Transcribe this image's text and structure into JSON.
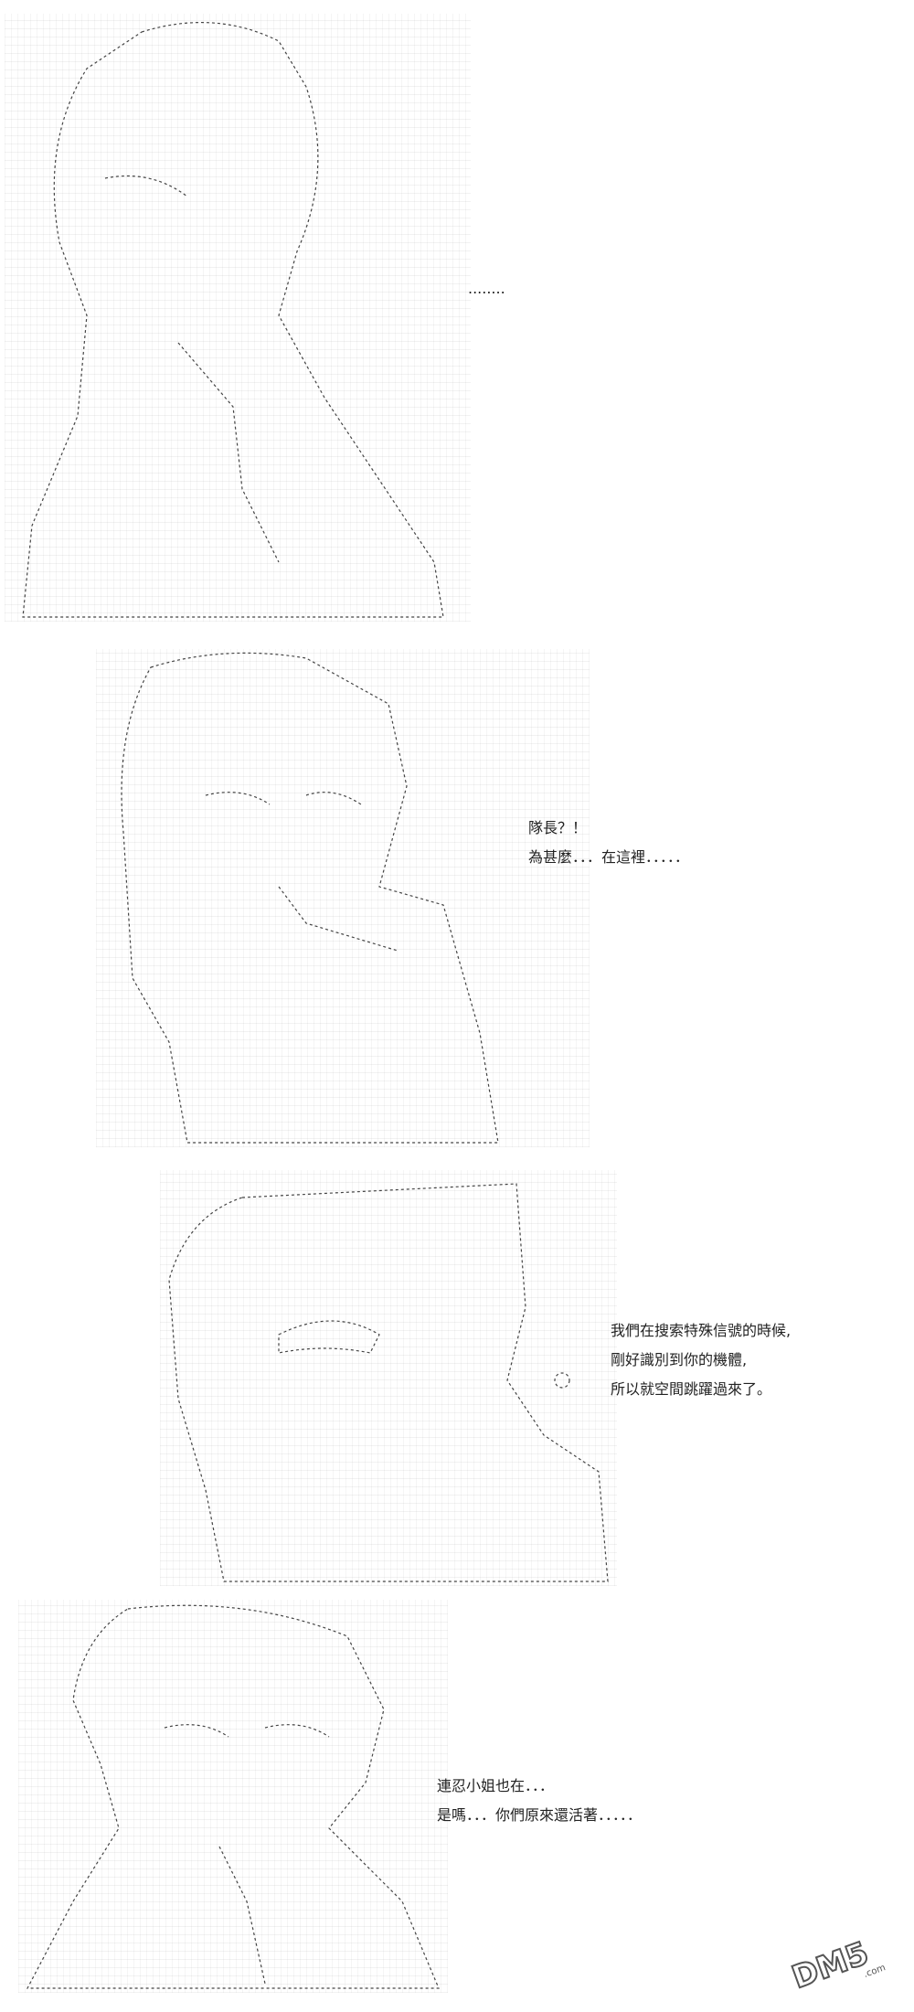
{
  "panels": [
    {
      "id": "panel-1",
      "dialogue": [
        "........"
      ]
    },
    {
      "id": "panel-2",
      "dialogue": [
        "隊長？！",
        "為甚麼．．．在這裡．．．．．"
      ]
    },
    {
      "id": "panel-3",
      "dialogue": [
        "我們在搜索特殊信號的時候,",
        "剛好識別到你的機體,",
        "所以就空間跳躍過來了。"
      ]
    },
    {
      "id": "panel-4",
      "dialogue": [
        "連忍小姐也在．．．",
        "是嗎．．．你們原來還活著．．．．．"
      ]
    }
  ],
  "watermark": {
    "text": "DM5.com",
    "icon": "dm5-logo-icon",
    "color": "#555555"
  }
}
